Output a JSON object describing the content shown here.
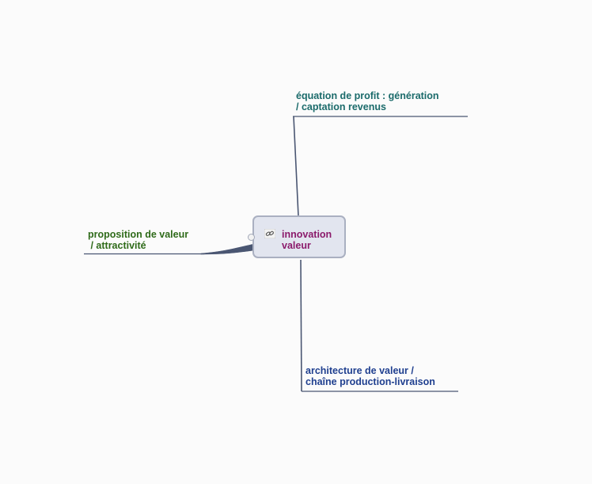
{
  "central": {
    "label": "innovation\nvaleur",
    "color": "#8b1a6b",
    "icon": "link-icon"
  },
  "branches": {
    "profit": {
      "label": "équation de profit : génération\n/ captation revenus",
      "color": "#1b6b6b"
    },
    "proposition": {
      "label": "proposition de valeur\n / attractivité",
      "color": "#2f6b1a"
    },
    "architecture": {
      "label": "architecture de valeur /\nchaîne production-livraison",
      "color": "#1f3f8f"
    }
  },
  "connector_color": "#4a5672"
}
